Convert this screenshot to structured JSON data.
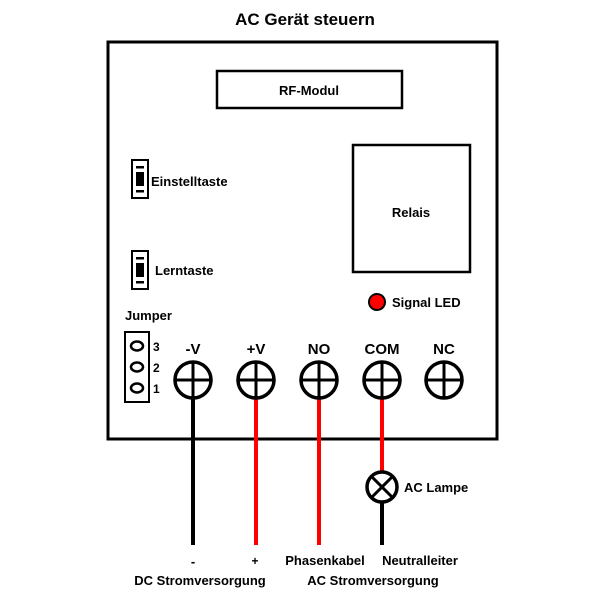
{
  "title": "AC Gerät steuern",
  "components": {
    "rf_module": "RF-Modul",
    "relay": "Relais",
    "setting_button": "Einstelltaste",
    "learn_button": "Lerntaste",
    "signal_led": "Signal LED",
    "jumper": {
      "label": "Jumper",
      "pins": [
        "3",
        "2",
        "1"
      ]
    }
  },
  "terminals": [
    {
      "id": "minus-v",
      "label": "-V",
      "wire_color": "#000000"
    },
    {
      "id": "plus-v",
      "label": "+V",
      "wire_color": "#ff0000"
    },
    {
      "id": "no",
      "label": "NO",
      "wire_color": "#ff0000"
    },
    {
      "id": "com",
      "label": "COM",
      "wire_color": "#ff0000"
    },
    {
      "id": "nc",
      "label": "NC",
      "wire_color": null
    }
  ],
  "lamp": {
    "label": "AC Lampe"
  },
  "bottom_labels": {
    "minus": "-",
    "plus": "+",
    "dc_supply": "DC Stromversorgung",
    "phase": "Phasenkabel",
    "neutral": "Neutralleiter",
    "ac_supply": "AC Stromversorgung"
  },
  "colors": {
    "wire_red": "#ff0000",
    "wire_black": "#000000",
    "led": "#ff0000"
  }
}
